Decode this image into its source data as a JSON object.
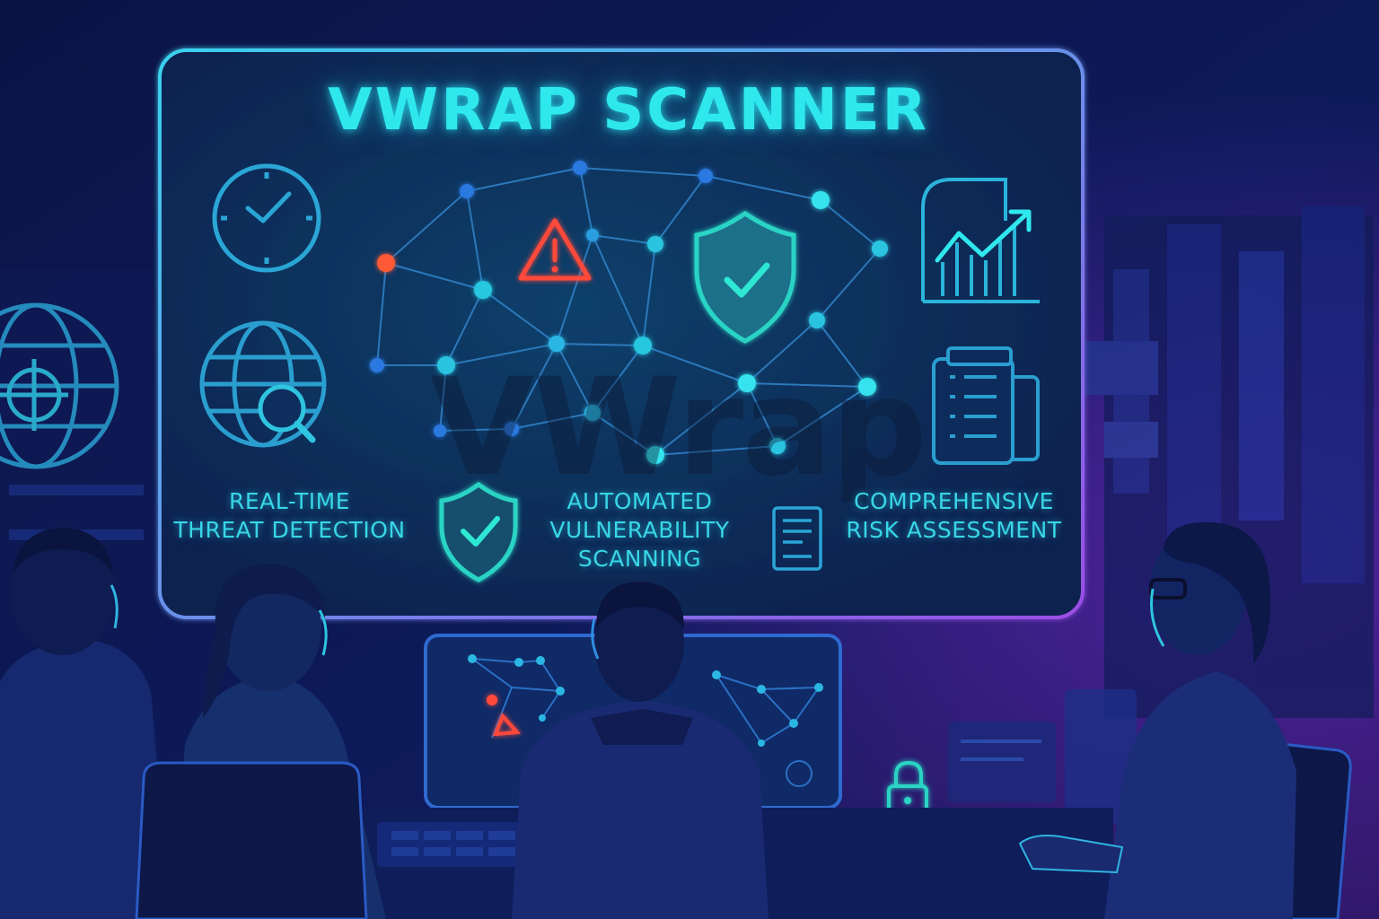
{
  "board": {
    "title": "VWRAP SCANNER",
    "watermark": "VWrap"
  },
  "features": [
    {
      "line1": "REAL-TIME",
      "line2": "THREAT DETECTION",
      "line3": ""
    },
    {
      "line1": "AUTOMATED",
      "line2": "VULNERABILITY",
      "line3": "SCANNING"
    },
    {
      "line1": "COMPREHENSIVE",
      "line2": "RISK ASSESSMENT",
      "line3": ""
    }
  ],
  "icons": [
    "clock-icon",
    "globe-search-icon",
    "warning-triangle-icon",
    "shield-check-icon",
    "chart-growth-icon",
    "document-list-icon",
    "padlock-icon",
    "globe-target-icon"
  ],
  "colors": {
    "accent": "#2fe8ee",
    "alert": "#ff4a3a",
    "shield": "#2ad4c4",
    "frame": "#3fb4e8",
    "background": "#0a0f3a"
  }
}
